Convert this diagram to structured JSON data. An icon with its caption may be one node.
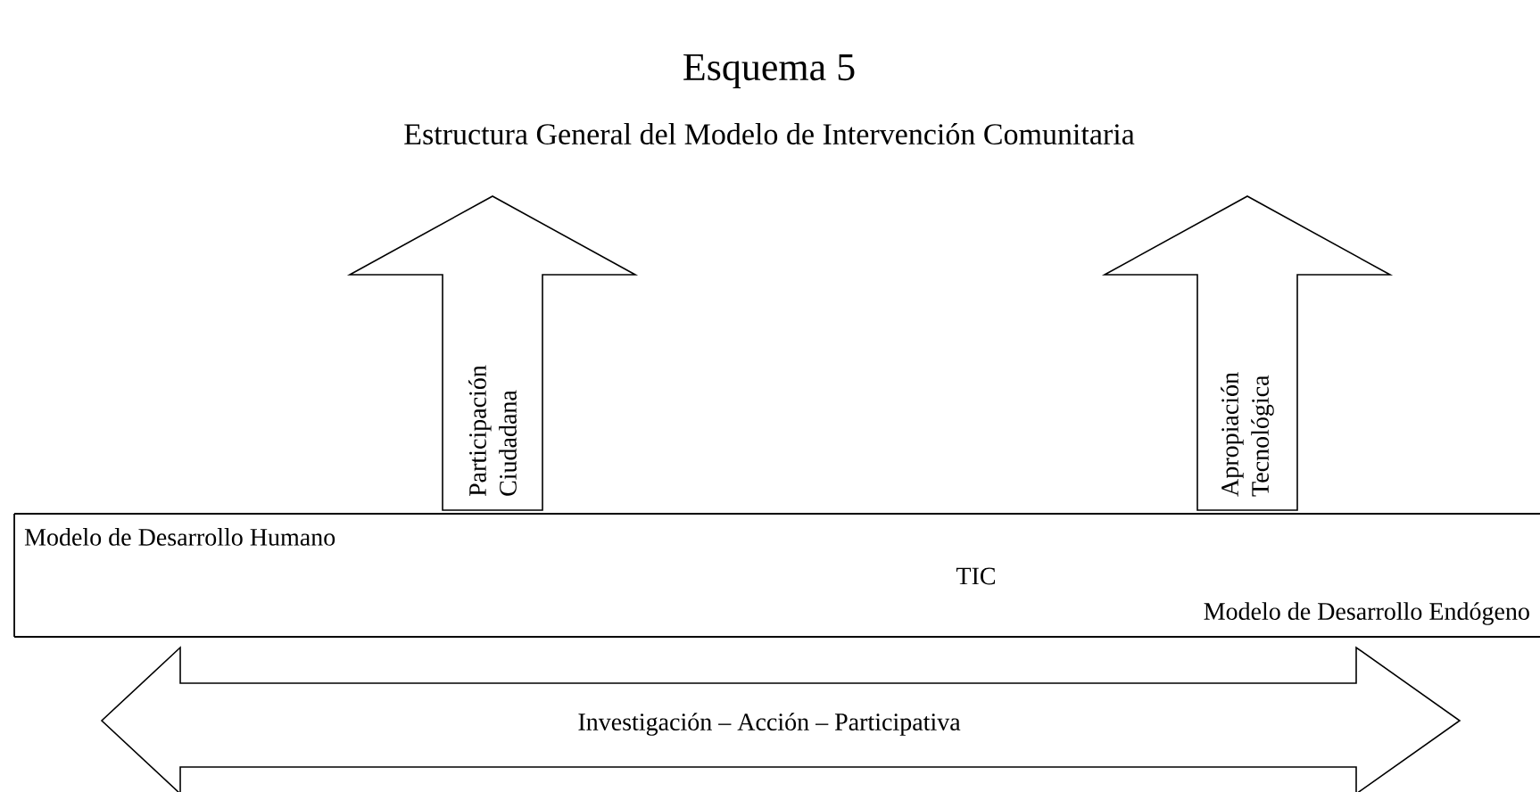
{
  "diagram": {
    "title": "Esquema 5",
    "nodes": [
      {
        "text": [
          "Participación Ciudadana"
        ]
      },
      {
        "text": [
          "Apropiación Tecnológica"
        ]
      },
      {
        "text": [
          "Modelo de Desarrollo Humano",
          "TIC",
          "Modelo de Desarrollo Endógeno"
        ]
      },
      {
        "text": [
          "Investigación – Acción – Participativa"
        ]
      }
    ],
    "labels": [
      "Estructura General del Modelo de Intervención Comunitaria"
    ]
  }
}
